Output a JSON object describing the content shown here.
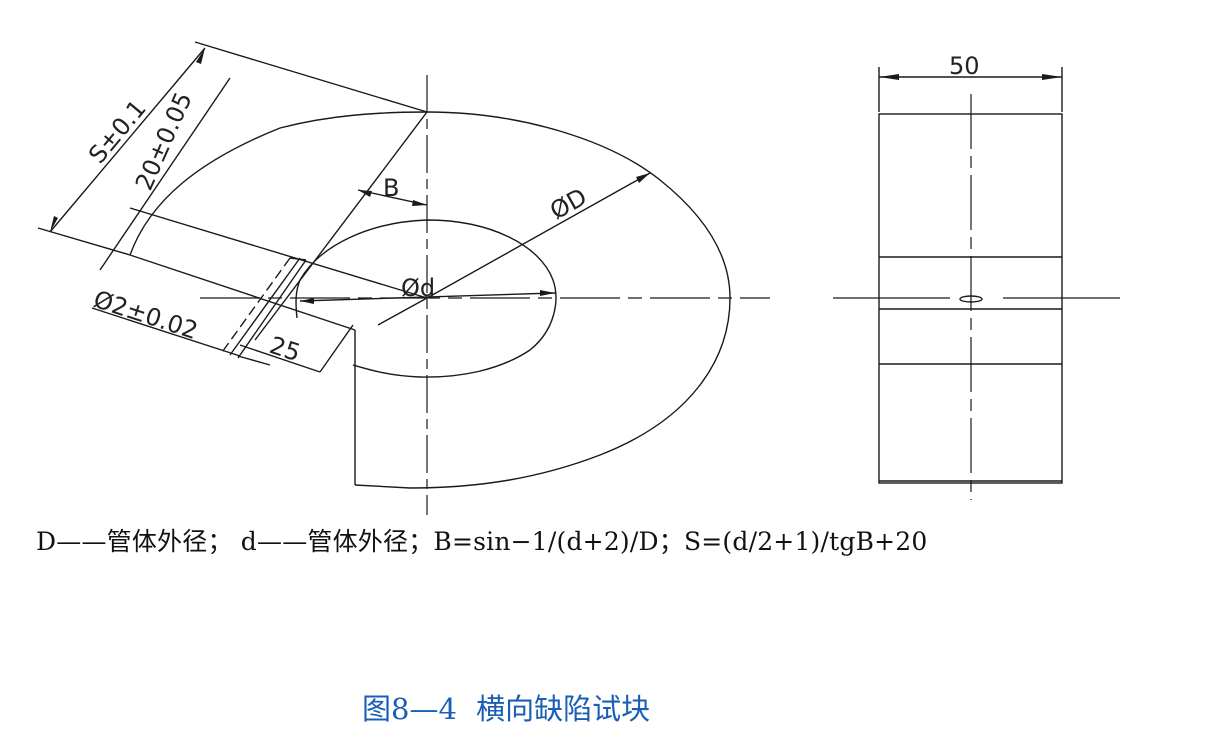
{
  "drawing": {
    "front_view": {
      "dimensions": {
        "S": "S±0.1",
        "twenty": "20±0.05",
        "B": "B",
        "outer_diameter": "ØD",
        "inner_diameter": "Ød",
        "hole": "Ø2±0.02",
        "depth": "25"
      }
    },
    "side_view": {
      "dimensions": {
        "width": "50"
      }
    }
  },
  "formula": {
    "text": "D——管体外径； d——管体外径；B=sin−1/(d+2)/D；S=(d/2+1)/tgB+20"
  },
  "caption": {
    "figure_number": "图8—4",
    "title": "横向缺陷试块",
    "color": "#1a5fb4"
  }
}
